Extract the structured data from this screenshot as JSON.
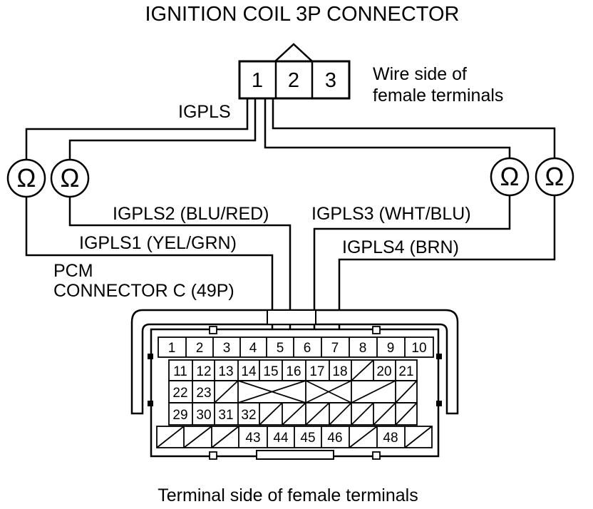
{
  "title": "IGNITION COIL 3P CONNECTOR",
  "ignition_connector": {
    "pins": [
      "1",
      "2",
      "3"
    ],
    "side_label_line1": "Wire side of",
    "side_label_line2": "female terminals"
  },
  "wires": {
    "igpls": "IGPLS",
    "igpls1": "IGPLS1 (YEL/GRN)",
    "igpls2": "IGPLS2 (BLU/RED)",
    "igpls3": "IGPLS3 (WHT/BLU)",
    "igpls4": "IGPLS4 (BRN)"
  },
  "ohmmeter_symbol": "Ω",
  "pcm_connector": {
    "label_line1": "PCM",
    "label_line2": "CONNECTOR C (49P)",
    "row1": [
      "1",
      "2",
      "3",
      "4",
      "5",
      "6",
      "7",
      "8",
      "9",
      "10"
    ],
    "row2": [
      "11",
      "12",
      "13",
      "14",
      "15",
      "16",
      "17",
      "18",
      "",
      "20",
      "21"
    ],
    "row3": [
      "22",
      "23"
    ],
    "row4": [
      "29",
      "30",
      "31",
      "32"
    ],
    "row5": [
      "43",
      "44",
      "45",
      "46",
      "48"
    ]
  },
  "footer": "Terminal side of female terminals"
}
